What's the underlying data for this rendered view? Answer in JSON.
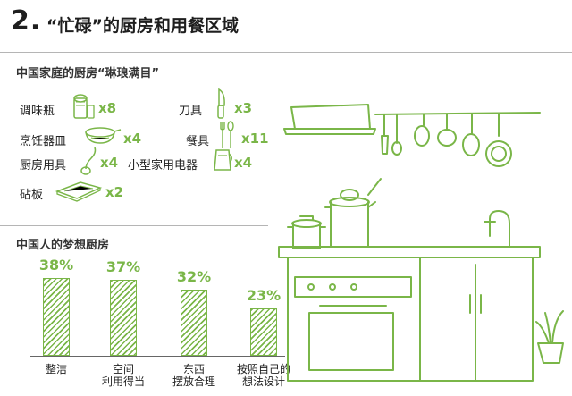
{
  "header": {
    "number": "2.",
    "title": "“忙碌”的厨房和用餐区域"
  },
  "section1": {
    "title": "中国家庭的厨房“琳琅满目”",
    "items": [
      {
        "label": "调味瓶",
        "count": "x8",
        "icon": "seasoning-bottle-icon"
      },
      {
        "label": "刀具",
        "count": "x3",
        "icon": "knife-icon"
      },
      {
        "label": "烹饪器皿",
        "count": "x4",
        "icon": "cookware-icon"
      },
      {
        "label": "餐具",
        "count": "x11",
        "icon": "tableware-icon"
      },
      {
        "label": "厨房用具",
        "count": "x4",
        "icon": "kitchen-utensil-icon"
      },
      {
        "label": "小型家用电器",
        "count": "x4",
        "icon": "small-appliance-icon"
      },
      {
        "label": "砧板",
        "count": "x2",
        "icon": "cutting-board-icon"
      }
    ]
  },
  "section2": {
    "title": "中国人的梦想厨房"
  },
  "chart_data": {
    "type": "bar",
    "title": "中国人的梦想厨房",
    "categories": [
      [
        "整洁"
      ],
      [
        "空间",
        "利用得当"
      ],
      [
        "东西",
        "摆放合理"
      ],
      [
        "按照自己的",
        "想法设计"
      ]
    ],
    "values": [
      38,
      37,
      32,
      23
    ],
    "value_labels": [
      "38%",
      "37%",
      "32%",
      "23%"
    ],
    "ylim": [
      0,
      40
    ],
    "grid": false,
    "color": "#7ab648"
  },
  "colors": {
    "accent": "#7ab648",
    "divider": "#b5b5b5"
  }
}
